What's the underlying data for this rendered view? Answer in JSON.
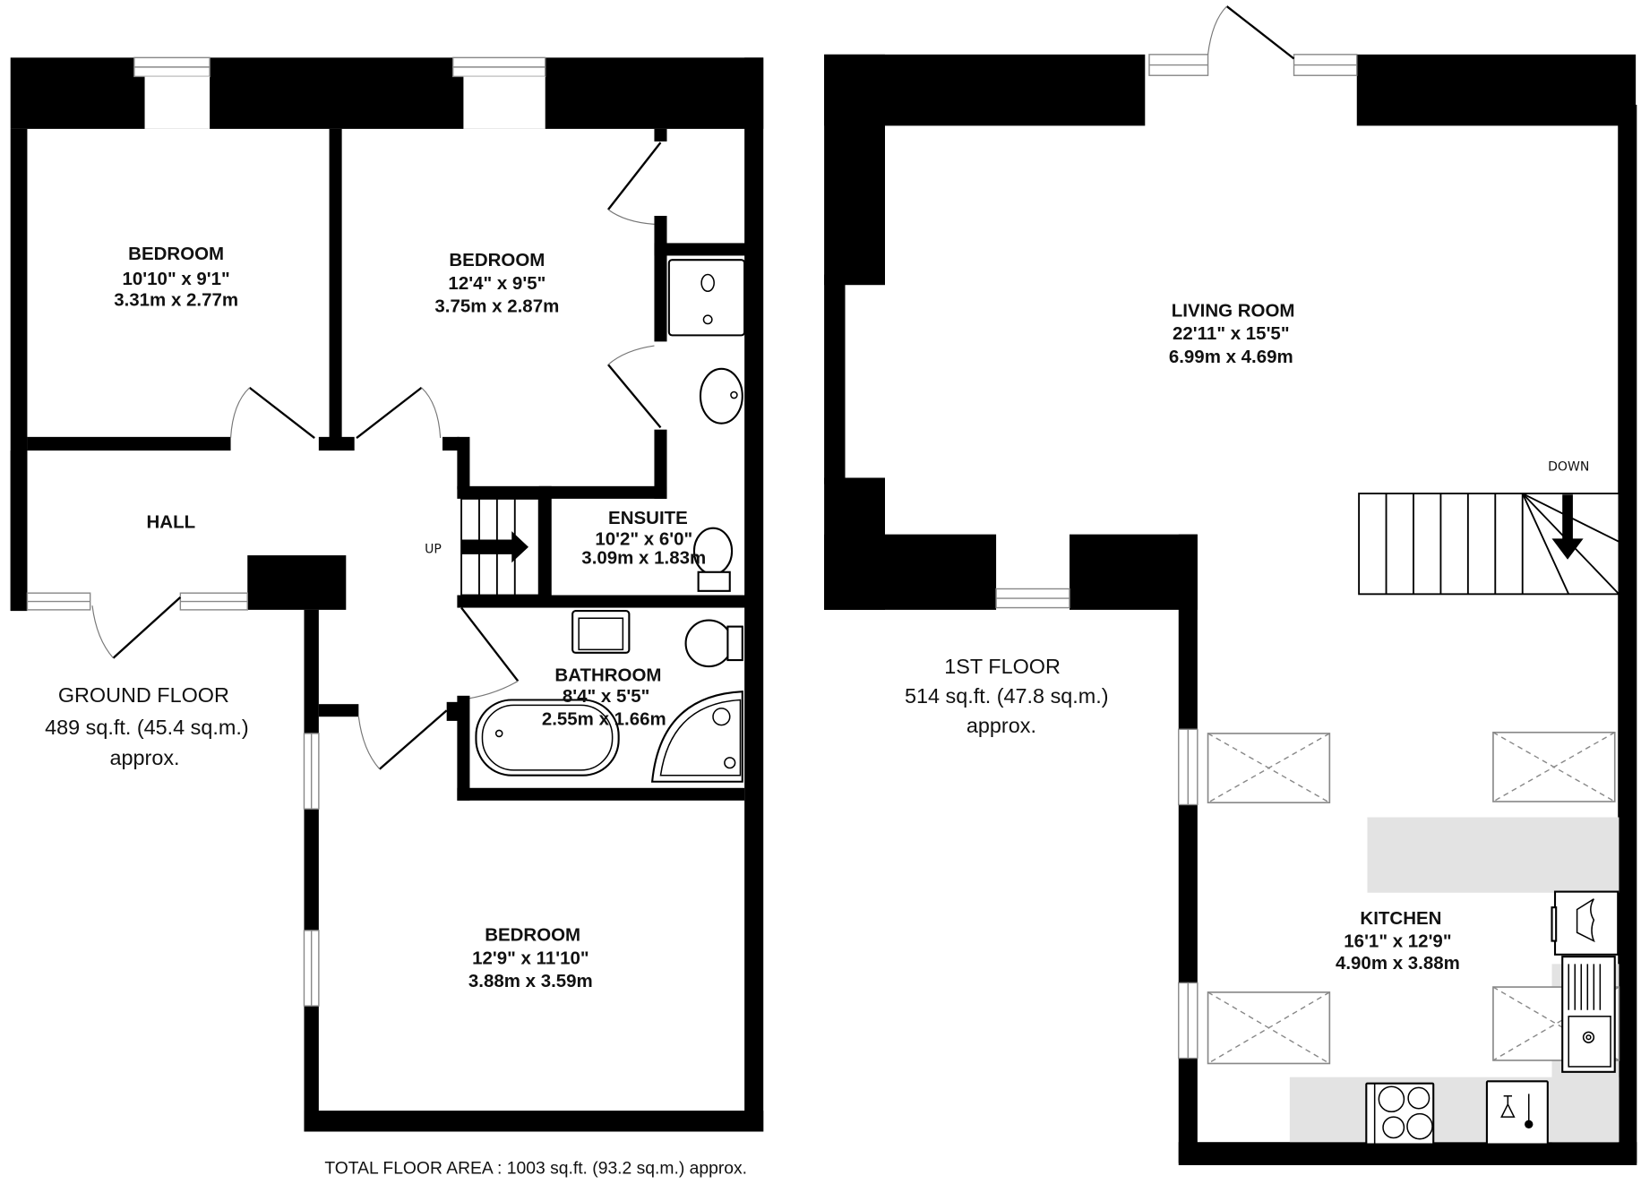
{
  "ground_floor": {
    "label": "GROUND FLOOR",
    "area": "489 sq.ft. (45.4 sq.m.)",
    "approx": "approx.",
    "rooms": [
      {
        "name": "BEDROOM",
        "imperial": "10'10\"  x 9'1\"",
        "metric": "3.31m  x 2.77m"
      },
      {
        "name": "BEDROOM",
        "imperial": "12'4\"  x 9'5\"",
        "metric": "3.75m  x 2.87m"
      },
      {
        "name": "HALL"
      },
      {
        "name": "ENSUITE",
        "imperial": "10'2\"  x 6'0\"",
        "metric": "3.09m  x 1.83m"
      },
      {
        "name": "BATHROOM",
        "imperial": "8'4\"  x 5'5\"",
        "metric": "2.55m  x 1.66m"
      },
      {
        "name": "BEDROOM",
        "imperial": "12'9\"  x 11'10\"",
        "metric": "3.88m  x 3.59m"
      }
    ],
    "stairs_label": "UP"
  },
  "first_floor": {
    "label": "1ST FLOOR",
    "area": "514 sq.ft. (47.8 sq.m.)",
    "approx": "approx.",
    "rooms": [
      {
        "name": "LIVING ROOM",
        "imperial": "22'11\"  x 15'5\"",
        "metric": "6.99m  x 4.69m"
      },
      {
        "name": "KITCHEN",
        "imperial": "16'1\"  x 12'9\"",
        "metric": "4.90m  x 3.88m"
      }
    ],
    "stairs_label": "DOWN"
  },
  "total_area": "TOTAL FLOOR AREA : 1003 sq.ft. (93.2 sq.m.) approx.",
  "icons": [
    "window",
    "door-swing",
    "stairs",
    "shower-tray",
    "wash-basin",
    "toilet",
    "bath",
    "corner-shower",
    "skylight",
    "sink",
    "hob",
    "washing-machine",
    "fridge"
  ]
}
